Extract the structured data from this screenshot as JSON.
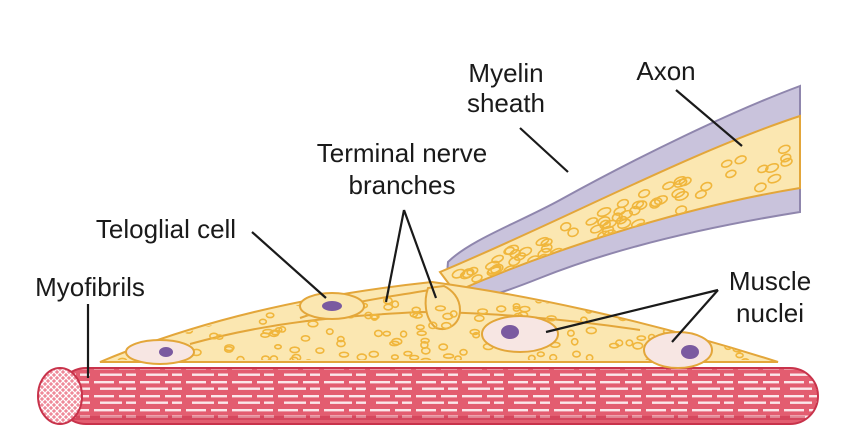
{
  "labels": {
    "myelin_sheath": [
      "Myelin",
      "sheath"
    ],
    "axon": "Axon",
    "terminal_nerve_branches": [
      "Terminal nerve",
      "branches"
    ],
    "teloglial_cell": "Teloglial cell",
    "myofibrils": "Myofibrils",
    "muscle_nuclei": [
      "Muscle",
      "nuclei"
    ]
  },
  "colors": {
    "myelin": "#c9c3dc",
    "myelin_stroke": "#8f86ad",
    "axoplasm": "#fbe7b1",
    "axon_stroke": "#e3a63a",
    "vesicle": "#f0b63c",
    "nucleus_fill": "#f7e6e3",
    "nucleolus": "#7a5aa0",
    "muscle": "#e35d70",
    "muscle_dark": "#c8334b",
    "stripe": "#ffffff",
    "leader": "#1a1a1a"
  }
}
